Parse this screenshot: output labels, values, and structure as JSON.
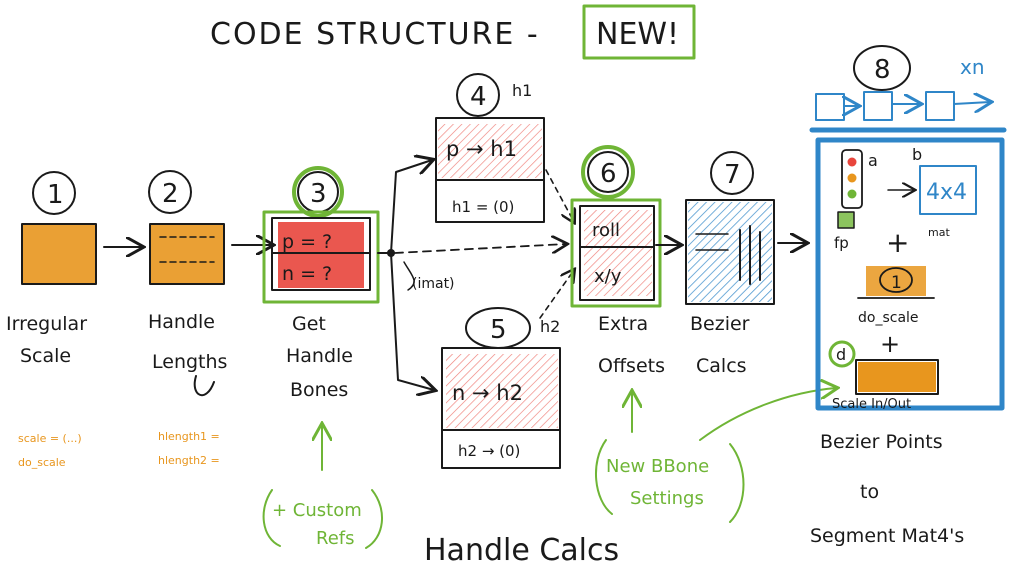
{
  "title": "CODE STRUCTURE -",
  "title_badge": "NEW!",
  "colors": {
    "ink": "#1a1a1a",
    "orange": "#e8961e",
    "red": "#e8453c",
    "green": "#6fb536",
    "blue": "#2f86c8"
  },
  "steps": {
    "s1": {
      "num": "1",
      "label_line1": "Irregular",
      "label_line2": "Scale",
      "note_line1": "scale = (...)",
      "note_line2": "do_scale"
    },
    "s2": {
      "num": "2",
      "label_line1": "Handle",
      "label_line2": "Lengths",
      "note_line1": "hlength1 =",
      "note_line2": "hlength2 ="
    },
    "s3": {
      "num": "3",
      "box_line1": "p = ?",
      "box_line2": "n = ?",
      "label_line1": "Get",
      "label_line2": "Handle",
      "label_line3": "Bones",
      "custom_refs_line1": "+ Custom",
      "custom_refs_line2": "Refs"
    },
    "s4": {
      "num": "4",
      "tag": "h1",
      "box_line1": "p → h1",
      "box_line2": "h1 = (0)"
    },
    "s5": {
      "num": "5",
      "tag": "h2",
      "box_line1": "n → h2",
      "box_line2": "h2 → (0)"
    },
    "s6": {
      "num": "6",
      "box_line1": "roll",
      "box_line2": "x/y",
      "label_line1": "Extra",
      "label_line2": "Offsets",
      "bbone_line1": "New BBone",
      "bbone_line2": "Settings"
    },
    "s7": {
      "num": "7",
      "label_line1": "Bezier",
      "label_line2": "Calcs"
    },
    "s8": {
      "num": "8",
      "repeat": "xn",
      "a": "a",
      "b": "b",
      "matrix": "4x4",
      "fp": "fp",
      "mat": "mat",
      "plus": "+",
      "inner_num": "1",
      "do_scale": "do_scale",
      "d": "d",
      "scale_inout": "Scale In/Out",
      "label_line1": "Bezier Points",
      "label_line2": "to",
      "label_line3": "Segment Mat4's"
    }
  },
  "imat": "(imat)",
  "bottom_title": "Handle Calcs"
}
